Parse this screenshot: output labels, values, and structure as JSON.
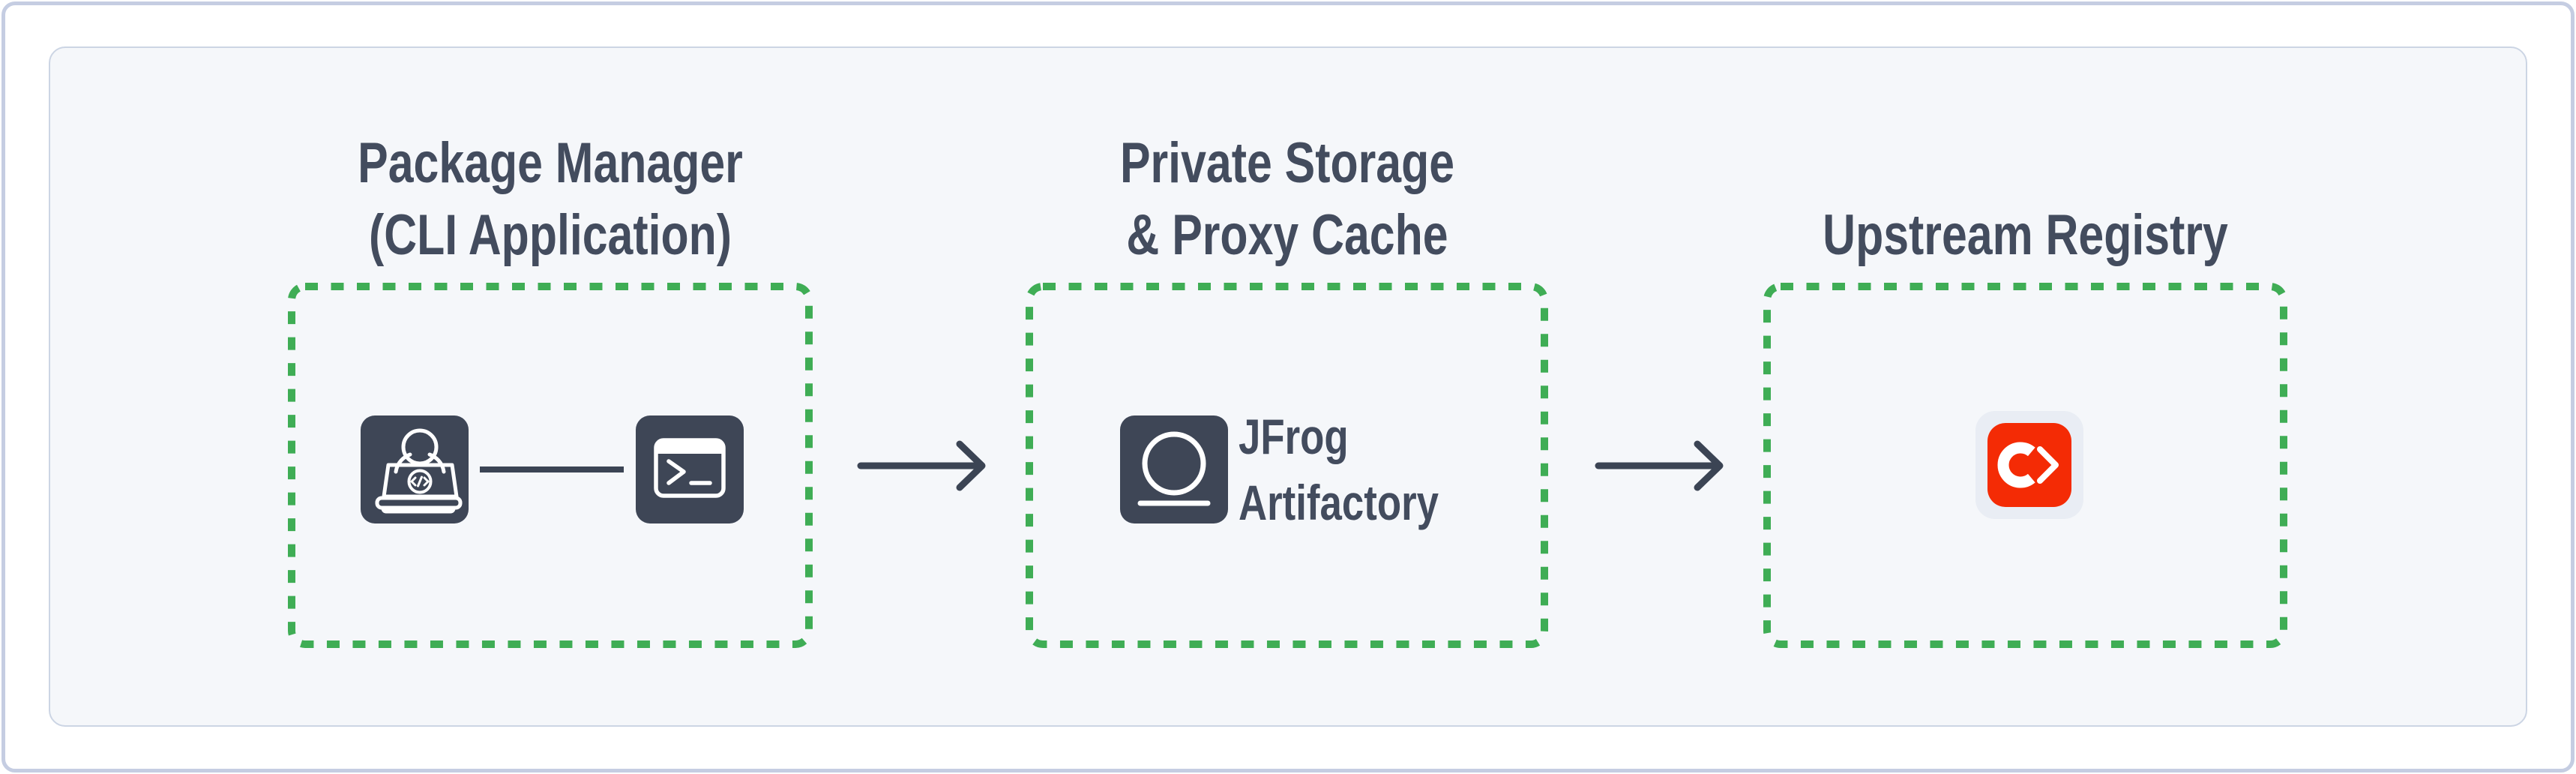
{
  "diagram": {
    "columns": [
      {
        "id": "package-manager",
        "title_lines": [
          "Package Manager",
          "(CLI Application)"
        ]
      },
      {
        "id": "artifactory",
        "title_lines": [
          "Private Storage",
          "& Proxy Cache"
        ],
        "label_lines": [
          "JFrog",
          "Artifactory"
        ]
      },
      {
        "id": "upstream-registry",
        "title_lines": [
          "",
          "Upstream Registry"
        ]
      }
    ],
    "registry_logo_text": "C❯",
    "icons": {
      "developer": "developer-laptop-icon",
      "terminal": "terminal-icon",
      "artifactory": "jfrog-artifactory-icon",
      "upstream_registry": "registry-logo-icon"
    }
  },
  "theme": {
    "canvas_bg": "#ffffff",
    "frame_border": "#c5cde2",
    "card_bg": "#f5f7fa",
    "card_border": "#ccd5e4",
    "accent_green": "#3fad55",
    "slate": "#3e4656",
    "arrow": "#3b4454",
    "text": "#434c5e",
    "registry_red": "#f42b05",
    "registry_chip_bg": "#e9edf4",
    "icon_glyph": "#ffffff"
  }
}
